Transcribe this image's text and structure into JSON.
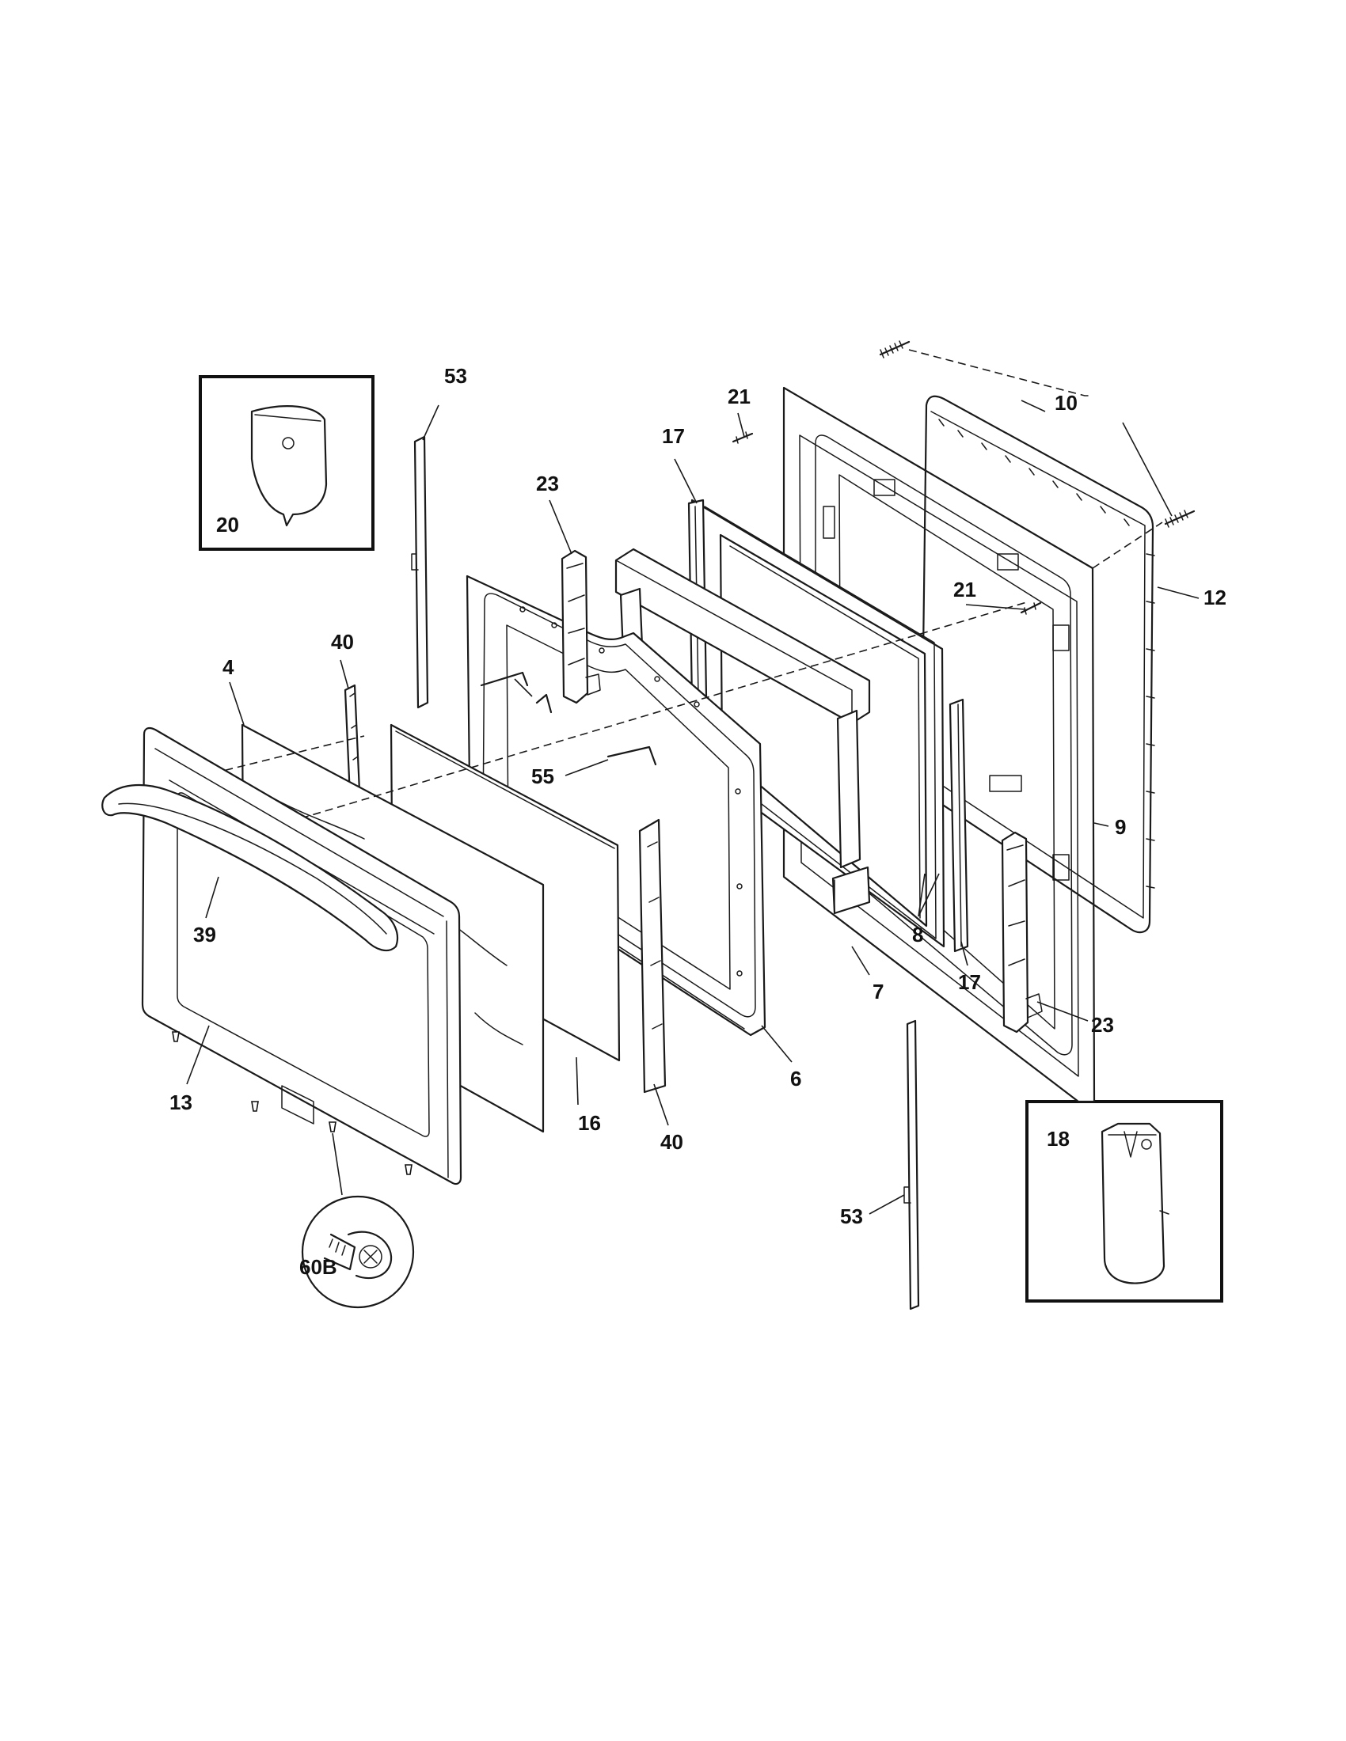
{
  "callouts": {
    "c53_top": "53",
    "c20": "20",
    "c21_top": "21",
    "c10": "10",
    "c17_top": "17",
    "c23_top": "23",
    "c21_mid": "21",
    "c12": "12",
    "c40_top": "40",
    "c4": "4",
    "c55": "55",
    "c9": "9",
    "c39": "39",
    "c8": "8",
    "c7": "7",
    "c17_bot": "17",
    "c23_bot": "23",
    "c6": "6",
    "c13": "13",
    "c16": "16",
    "c40_bot": "40",
    "c18": "18",
    "c53_bot": "53",
    "c60b": "60B"
  }
}
